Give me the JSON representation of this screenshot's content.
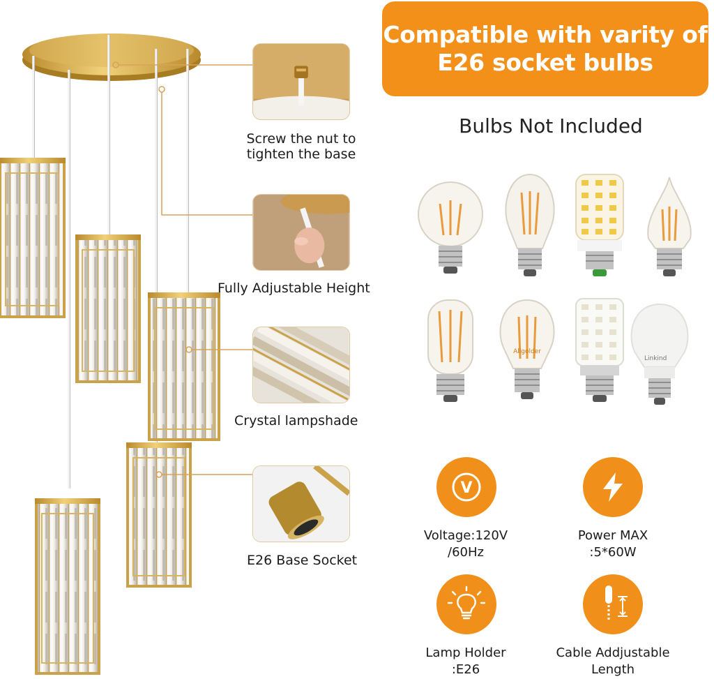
{
  "banner": {
    "line1": "Compatible with varity of",
    "line2": "E26 socket bulbs"
  },
  "bulbs_note": "Bulbs Not Included",
  "callouts": [
    {
      "line1": "Screw the nut to",
      "line2": "tighten the base"
    },
    {
      "line1": "Fully Adjustable  Height"
    },
    {
      "line1": "Crystal lampshade"
    },
    {
      "line1": "E26 Base Socket"
    }
  ],
  "specs": [
    {
      "icon": "voltage-icon",
      "glyph": "V",
      "line1": "Voltage:120V",
      "line2": "/60Hz"
    },
    {
      "icon": "lightning-icon",
      "line1": "Power MAX",
      "line2": ":5*60W"
    },
    {
      "icon": "lightbulb-icon",
      "line1": "Lamp Holder",
      "line2": ":E26"
    },
    {
      "icon": "cable-length-icon",
      "line1": "Cable Addjustable",
      "line2": "Length"
    }
  ],
  "bulb_types": [
    "g-globe-filament-bulb",
    "st-edison-filament-bulb",
    "led-corn-bulb",
    "candle-filament-bulb",
    "tubular-filament-bulb",
    "a19-filament-bulb",
    "led-corn-bulb-small",
    "a19-led-bulb"
  ],
  "bulb_brand_text": {
    "a19_filament": "Allgolder",
    "a19_led": "Linkind"
  },
  "colors": {
    "accent": "#f29019",
    "gold": "#c9a24a",
    "text": "#1b1b1b"
  }
}
